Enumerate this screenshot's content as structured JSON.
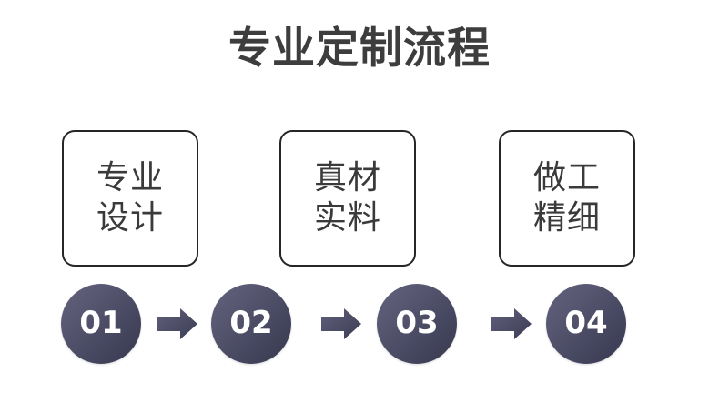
{
  "page": {
    "background_color": "#ffffff",
    "title": "专业定制流程",
    "title_color": "#3d3d3d"
  },
  "features": [
    {
      "id": "feature-design",
      "line1": "专业",
      "line2": "设计",
      "text": "专业设计"
    },
    {
      "id": "feature-material",
      "line1": "真材",
      "line2": "实料",
      "text": "真材实料"
    },
    {
      "id": "feature-craft",
      "line1": "做工",
      "line2": "精细",
      "text": "做工精细"
    }
  ],
  "steps": [
    {
      "id": "step-01",
      "number": "01"
    },
    {
      "id": "step-02",
      "number": "02"
    },
    {
      "id": "step-03",
      "number": "03"
    },
    {
      "id": "step-04",
      "number": "04"
    }
  ],
  "arrows": [
    {
      "id": "arrow-1-2",
      "direction": "right"
    },
    {
      "id": "arrow-2-3",
      "direction": "right"
    },
    {
      "id": "arrow-3-4",
      "direction": "right"
    }
  ],
  "colors": {
    "circle_gradient_start": "#63627d",
    "circle_gradient_end": "#383950",
    "arrow_gradient_start": "#61607b",
    "arrow_gradient_end": "#3b3c54",
    "box_border": "#262626",
    "box_text": "#3a3a3a",
    "number_text": "#ffffff"
  }
}
